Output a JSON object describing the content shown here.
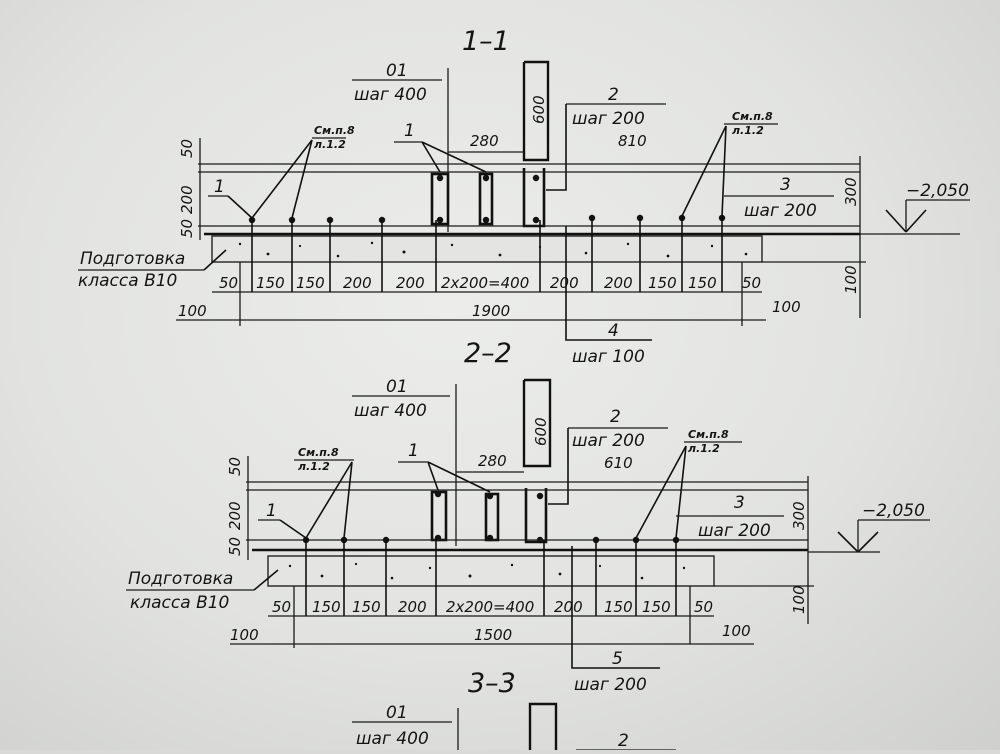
{
  "sections": [
    {
      "title": "1–1",
      "mark01": "01",
      "mark01_step": "шаг 400",
      "dim_600": "600",
      "mark2": "2",
      "mark2_step": "шаг 200",
      "mark2_len": "810",
      "mark1_top": "1",
      "dim_280": "280",
      "mark1_left": "1",
      "ref_left_a": "См.п.8",
      "ref_left_b": "л.1.2",
      "ref_right_a": "См.п.8",
      "ref_right_b": "л.1.2",
      "mark3": "3",
      "mark3_step": "шаг 200",
      "left_dims": [
        "50",
        "200",
        "50"
      ],
      "right_dim_300": "300",
      "right_dim_100": "100",
      "level": "−2,050",
      "prep_a": "Подготовка",
      "prep_b": "класса B10",
      "bottom_dims": [
        "50",
        "150",
        "150",
        "200",
        "200",
        "2x200=400",
        "200",
        "200",
        "150",
        "150",
        "50"
      ],
      "dim_100_left": "100",
      "total": "1900",
      "dim_100_right": "100",
      "mark_bottom": "4",
      "mark_bottom_step": "шаг 100"
    },
    {
      "title": "2–2",
      "mark01": "01",
      "mark01_step": "шаг 400",
      "dim_600": "600",
      "mark2": "2",
      "mark2_step": "шаг 200",
      "mark2_len": "610",
      "mark1_top": "1",
      "dim_280": "280",
      "mark1_left": "1",
      "ref_left_a": "См.п.8",
      "ref_left_b": "л.1.2",
      "ref_right_a": "См.п.8",
      "ref_right_b": "л.1.2",
      "mark3": "3",
      "mark3_step": "шаг 200",
      "left_dims": [
        "50",
        "200",
        "50"
      ],
      "right_dim_300": "300",
      "right_dim_100": "100",
      "level": "−2,050",
      "prep_a": "Подготовка",
      "prep_b": "класса B10",
      "bottom_dims": [
        "50",
        "150",
        "150",
        "200",
        "2x200=400",
        "200",
        "150",
        "150",
        "50"
      ],
      "dim_100_left": "100",
      "total": "1500",
      "dim_100_right": "100",
      "mark_bottom": "5",
      "mark_bottom_step": "шаг 200"
    },
    {
      "title": "3–3",
      "mark01": "01",
      "mark01_step": "шаг 400",
      "mark2": "2"
    }
  ]
}
